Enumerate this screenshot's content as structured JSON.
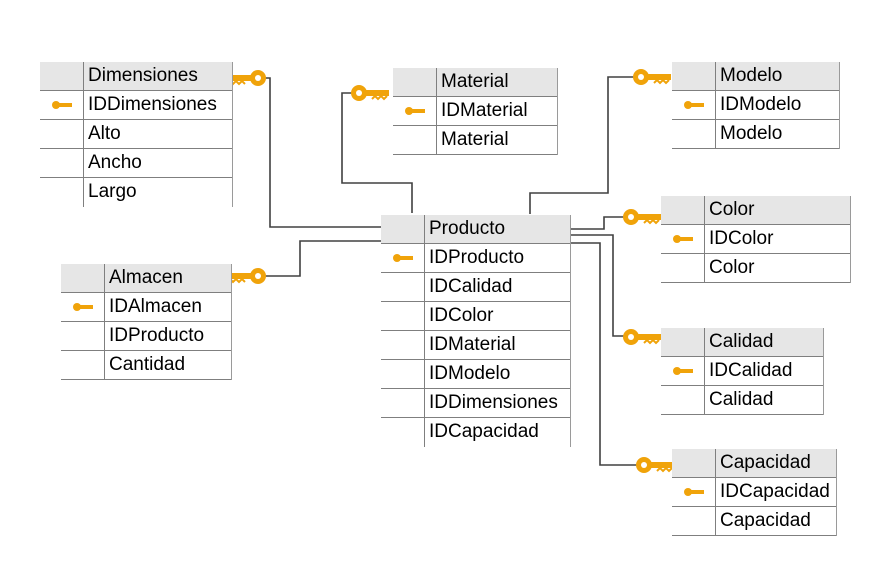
{
  "tables": {
    "dimensiones": {
      "title": "Dimensiones",
      "fields": [
        "IDDimensiones",
        "Alto",
        "Ancho",
        "Largo"
      ]
    },
    "material": {
      "title": "Material",
      "fields": [
        "IDMaterial",
        "Material"
      ]
    },
    "modelo": {
      "title": "Modelo",
      "fields": [
        "IDModelo",
        "Modelo"
      ]
    },
    "producto": {
      "title": "Producto",
      "fields": [
        "IDProducto",
        "IDCalidad",
        "IDColor",
        "IDMaterial",
        "IDModelo",
        "IDDimensiones",
        "IDCapacidad"
      ]
    },
    "color": {
      "title": "Color",
      "fields": [
        "IDColor",
        "Color"
      ]
    },
    "almacen": {
      "title": "Almacen",
      "fields": [
        "IDAlmacen",
        "IDProducto",
        "Cantidad"
      ]
    },
    "calidad": {
      "title": "Calidad",
      "fields": [
        "IDCalidad",
        "Calidad"
      ]
    },
    "capacidad": {
      "title": "Capacidad",
      "fields": [
        "IDCapacidad",
        "Capacidad"
      ]
    }
  },
  "style": {
    "key_color": "#f0a30a",
    "line_color": "#404040",
    "header_bg": "#e6e6e6"
  }
}
